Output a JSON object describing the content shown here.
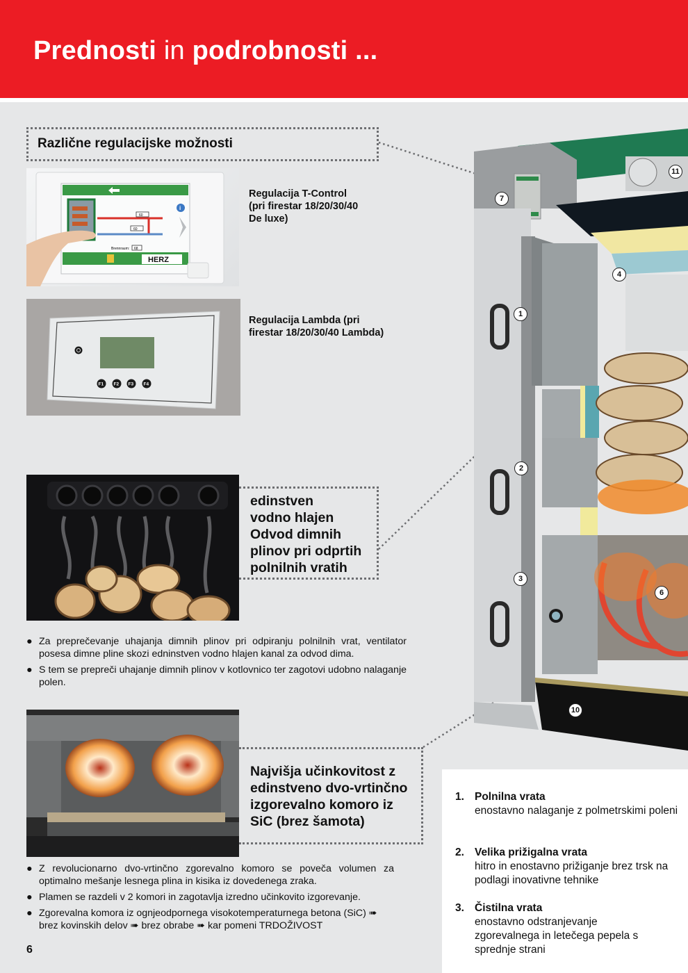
{
  "header": {
    "title_bold_1": "Prednosti",
    "title_light": "in",
    "title_bold_2": "podrobnosti ...",
    "accent_color": "#ec1c24"
  },
  "regulation": {
    "heading": "Različne regulacijske možnosti",
    "tcontrol": {
      "label_lines": [
        "Regulacija T-Control",
        "(pri firestar 18/20/30/40",
        "De luxe)"
      ],
      "screen": {
        "temp_top": "60",
        "temp_mid": "60",
        "brennraum_label": "Brennraum:",
        "brennraum_value": "68",
        "unit": "°C",
        "brand": "HERZ"
      }
    },
    "lambda": {
      "label_lines": [
        "Regulacija Lambda (pri",
        "firestar 18/20/30/40 Lambda)"
      ],
      "buttons": [
        "F1",
        "F2",
        "F3",
        "F4"
      ]
    }
  },
  "smoke_section": {
    "callout_lines": [
      "edinstven",
      "vodno hlajen",
      "Odvod dimnih",
      "plinov pri odprtih",
      "polnilnih vratih"
    ],
    "bullets": [
      "Za preprečevanje uhajanja dimnih plinov pri odpiranju polnilnih vrat, ventilator posesa dimne pline skozi edninstven vodno hlajen kanal za odvod dima.",
      "S tem se prepreči uhajanje dimnih plinov v kotlovnico ter zagotovi udobno nalaganje polen."
    ]
  },
  "vortex_section": {
    "callout_lines": [
      "Najvišja učinkovitost z",
      "edinstveno dvo-vrtinčno",
      "izgorevalno komoro iz",
      "SiC (brez šamota)"
    ],
    "bullets": [
      "Z revolucionarno dvo-vrtinčno zgorevalno komoro se poveča volumen za optimalno mešanje lesnega plina in kisika iz dovedenega zraka.",
      "Plamen se razdeli v 2 komori in zagotavlja izredno učinkovito izgorevanje.",
      "Zgorevalna komora iz ognjeodpornega visokotemperaturnega betona (SiC) ➠ brez kovinskih delov ➠ brez obrabe ➠ kar pomeni TRDOŽIVOST"
    ]
  },
  "features": [
    {
      "num": "1.",
      "title": "Polnilna vrata",
      "desc": "enostavno nalaganje z polmetrskimi poleni"
    },
    {
      "num": "2.",
      "title": "Velika prižigalna vrata",
      "desc": "hitro in enostavno prižiganje brez trsk na podlagi inovativne tehnike"
    },
    {
      "num": "3.",
      "title": "Čistilna vrata",
      "desc": "enostavno odstranjevanje zgorevalnega in letečega pepela s sprednje strani"
    }
  ],
  "boiler_callouts": [
    "1",
    "2",
    "3",
    "4",
    "6",
    "7",
    "10",
    "11"
  ],
  "bullet_glyph": "●",
  "page_number": "6"
}
